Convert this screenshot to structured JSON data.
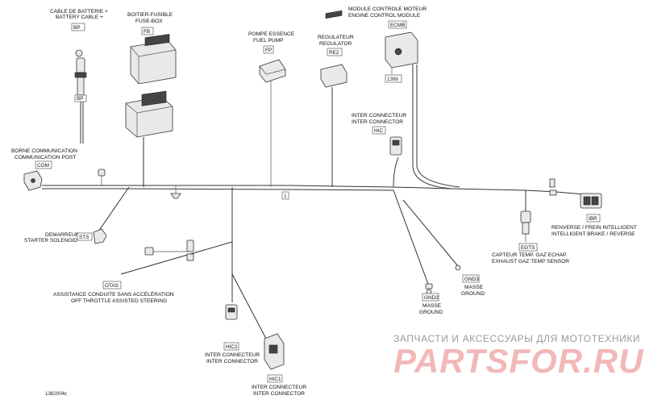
{
  "components": {
    "battery_cable": {
      "line1": "CABLE DE BATTERIE +",
      "line2": "BATTERY CABLE +",
      "code": "BP",
      "code2": "BP"
    },
    "fuse_box": {
      "line1": "BOITIER-FUSIBLE",
      "line2": "FUSE-BOX",
      "code": "FB"
    },
    "fuel_pump": {
      "line1": "POMPE ESSENCE",
      "line2": "FUEL PUMP",
      "code": "FP"
    },
    "regulator": {
      "line1": "REGULATEUR",
      "line2": "REGULATOR",
      "code": "RE2"
    },
    "ecm": {
      "line1": "MODULE CONTROLE MOTEUR",
      "line2": "ENGINE CONTROL MODULE",
      "code": "ECMB",
      "ref": "1398"
    },
    "hic": {
      "line1": "INTER CONNECTEUR",
      "line2": "INTER CONNECTOR",
      "code": "HIC"
    },
    "com": {
      "line1": "BORNE COMMUNICATION",
      "line2": "COMMUNICATION POST",
      "code": "COM"
    },
    "splice": {
      "code": "1"
    },
    "starter": {
      "line1": "DEMARREUR",
      "line2": "STARTER SOLENOID",
      "code": "STS"
    },
    "otas": {
      "line1": "ASSISTANCE CONDUITE SANS ACCÉLÉRATION",
      "line2": "OFF THROTTLE ASSISTED STEERING",
      "code": "OTAS"
    },
    "hic2": {
      "line1": "INTER CONNECTEUR",
      "line2": "INTER CONNECTOR",
      "code": "HIC2"
    },
    "hic1": {
      "line1": "INTER CONNECTEUR",
      "line2": "INTER CONNECTOR",
      "code": "HIC1"
    },
    "gnd2": {
      "line1": "MASSE",
      "line2": "GROUND",
      "code": "GND2"
    },
    "gnd3": {
      "line1": "MASSE",
      "line2": "GROUND",
      "code": "GND3"
    },
    "egts": {
      "line1": "CAPTEUR TEMP. GAZ ECHAP.",
      "line2": "EXHAUST GAZ TEMP SENSOR",
      "code": "EGTS"
    },
    "ibr": {
      "line1": "RENVERSE / FREIN INTELLIGENT",
      "line2": "INTELLIGENT BRAKE / REVERSE",
      "code": "IBR"
    }
  },
  "figure_ref": "1382004c",
  "watermark": {
    "tagline": "ЗАПЧАСТИ И АКСЕССУАРЫ ДЛЯ МОТОТЕХНИКИ",
    "brand": "PARTSFOR.RU"
  }
}
